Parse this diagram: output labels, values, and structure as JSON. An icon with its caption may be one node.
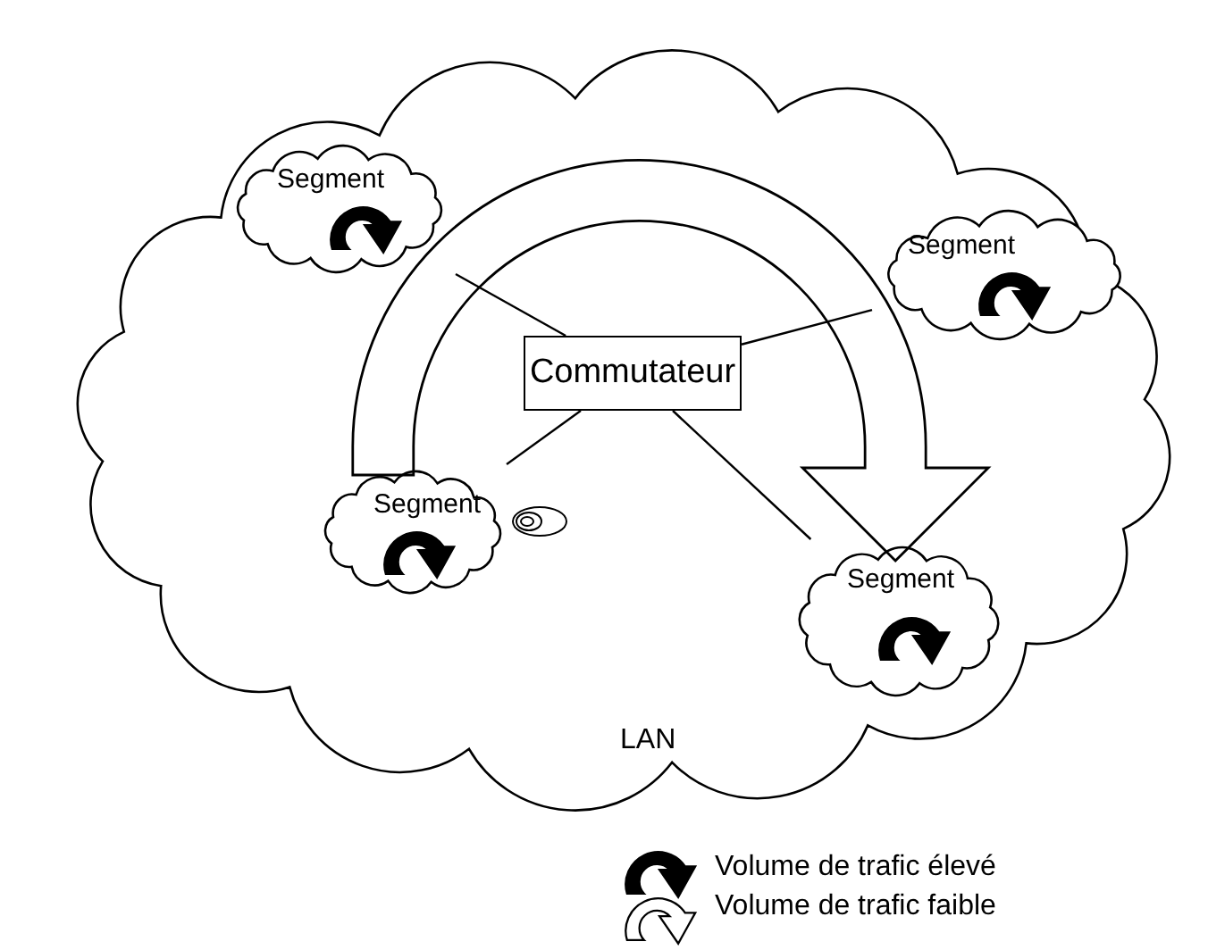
{
  "diagram": {
    "nodes": [
      {
        "text": [
          "LAN"
        ]
      },
      {
        "text": [
          "Segment"
        ],
        "in": 0
      },
      {
        "text": [
          "Segment"
        ],
        "in": 0
      },
      {
        "text": [
          "Commutateur"
        ],
        "in": 0
      },
      {
        "text": [
          "Segment"
        ],
        "in": 0
      },
      {
        "text": [
          "Segment"
        ],
        "in": 0
      }
    ],
    "edges": [
      {
        "from": 3,
        "to": 1,
        "arrow": "none"
      },
      {
        "from": 3,
        "to": 2,
        "arrow": "none"
      },
      {
        "from": 3,
        "to": 4,
        "arrow": "none"
      },
      {
        "from": 3,
        "to": 5,
        "arrow": "none"
      },
      {
        "from": 4,
        "to": 5,
        "arrow": "to",
        "style": "thick"
      }
    ],
    "legend": [
      {
        "text": "Volume de trafic élevé"
      },
      {
        "text": "Volume de trafic faible"
      }
    ]
  }
}
